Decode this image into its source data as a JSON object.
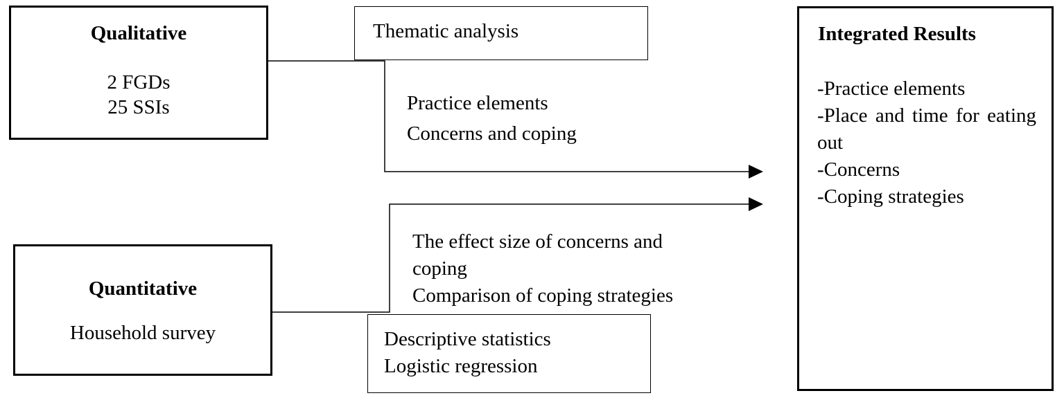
{
  "qualitative": {
    "title": "Qualitative",
    "lines": [
      "2 FGDs",
      "25 SSIs"
    ]
  },
  "quantitative": {
    "title": "Quantitative",
    "line": "Household survey"
  },
  "thematic": {
    "label": "Thematic analysis"
  },
  "descriptive": {
    "lines": [
      "Descriptive statistics",
      "Logistic regression"
    ]
  },
  "qual_output": {
    "lines": [
      "Practice elements",
      "Concerns and coping"
    ]
  },
  "quant_output": {
    "lines": [
      "The effect size of concerns and",
      "coping",
      "Comparison of coping strategies"
    ]
  },
  "integrated": {
    "title": "Integrated Results",
    "items": [
      "-Practice elements",
      "-Place and time for eating out",
      "-Concerns",
      "-Coping strategies"
    ]
  }
}
